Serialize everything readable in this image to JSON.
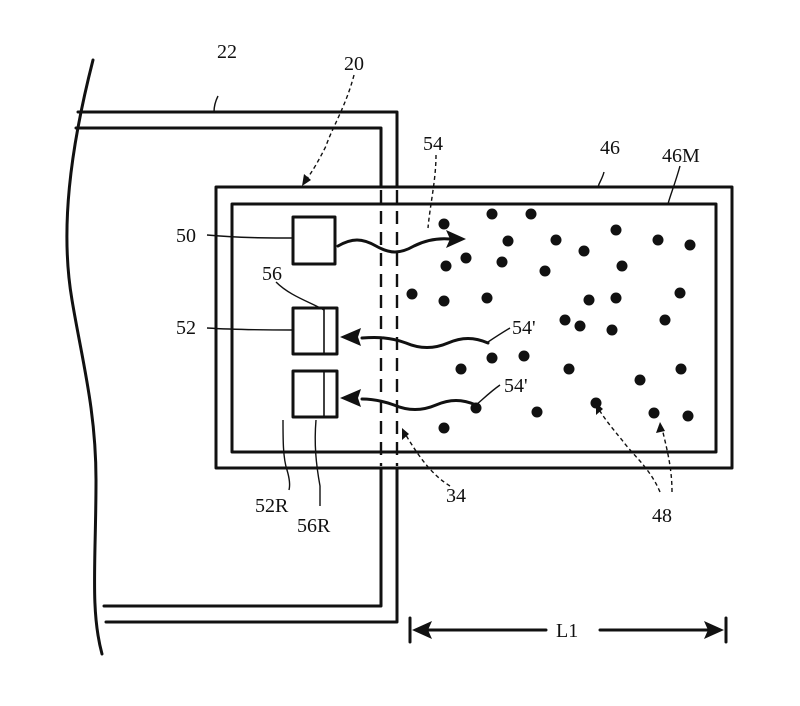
{
  "labels": {
    "housing": "22",
    "module": "20",
    "container": "46",
    "container_interior": "46M",
    "transmitter": "50",
    "receiver": "52",
    "filter": "56",
    "reference_receiver": "52R",
    "reference_filter": "56R",
    "emitted_light": "54",
    "returned_light_a": "54'",
    "returned_light_b": "54'",
    "window": "34",
    "particles": "48",
    "length": "L1"
  },
  "particle_count": 36
}
